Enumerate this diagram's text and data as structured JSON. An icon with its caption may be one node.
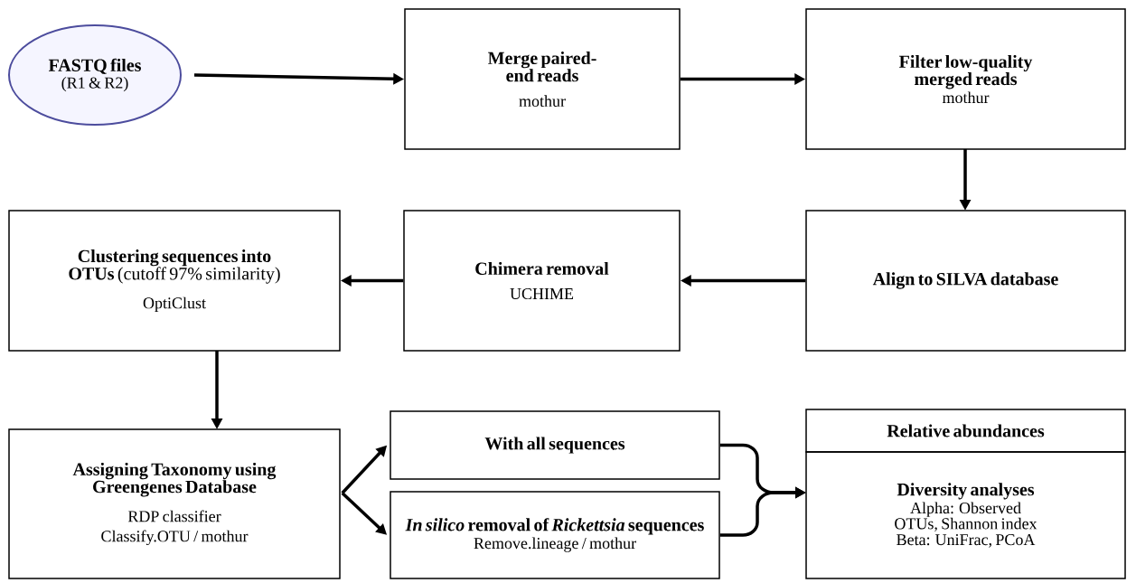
{
  "diagram": {
    "nodes": [
      {
        "text": [
          "FASTQ files",
          "(R1 & R2)"
        ]
      },
      {
        "text": [
          "Merge paired-end reads",
          "mothur"
        ]
      },
      {
        "text": [
          "Filter low-quality merged reads",
          "mothur"
        ]
      },
      {
        "text": [
          "Align to SILVA database"
        ]
      },
      {
        "text": [
          "Chimera removal",
          "UCHIME"
        ]
      },
      {
        "text": [
          "**Clustering sequences into OTUs** (cutoff  97% similarity)",
          "OptiClust"
        ]
      },
      {
        "text": [
          "Assigning Taxonomy using Greengenes Database",
          "RDP classifier Classify.OTU / mothur"
        ]
      },
      {
        "text": [
          "With all sequences"
        ]
      },
      {
        "text": [
          "*In silico* removal of *Rickettsia* sequences",
          "Remove.lineage / mothur"
        ]
      },
      {
        "text": [
          "Relative abundances"
        ]
      },
      {
        "text": [
          "Diversity analyses",
          "Alpha: Observed OTUs, Shannon index",
          "Beta: UniFrac, PCoA"
        ]
      }
    ],
    "edges": [
      {
        "from": 0,
        "to": 1,
        "arrow": "to"
      },
      {
        "from": 1,
        "to": 2,
        "arrow": "to"
      },
      {
        "from": 2,
        "to": 3,
        "arrow": "to"
      },
      {
        "from": 3,
        "to": 4,
        "arrow": "to"
      },
      {
        "from": 4,
        "to": 5,
        "arrow": "to"
      },
      {
        "from": 5,
        "to": 6,
        "arrow": "to"
      },
      {
        "from": 6,
        "to": 7,
        "arrow": "to"
      },
      {
        "from": 6,
        "to": 8,
        "arrow": "to"
      },
      {
        "from": 7,
        "to": 10,
        "arrow": "to"
      },
      {
        "from": 8,
        "to": 10,
        "arrow": "to"
      }
    ]
  }
}
